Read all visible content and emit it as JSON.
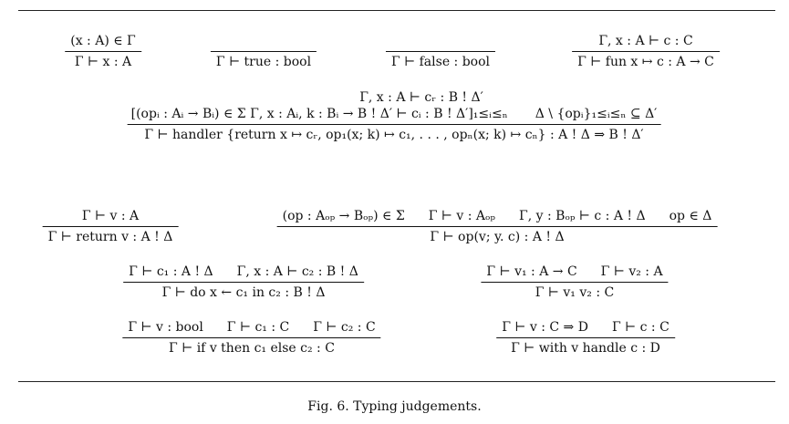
{
  "rules": {
    "var": {
      "premise": "(x : A) ∈ Γ",
      "conclusion": "Γ ⊢ x : A"
    },
    "true": {
      "conclusion": "Γ ⊢ true : bool"
    },
    "false": {
      "conclusion": "Γ ⊢ false : bool"
    },
    "fun": {
      "premise": "Γ, x : A ⊢ c : C",
      "conclusion": "Γ ⊢ fun x ↦ c : A → C"
    },
    "handler": {
      "premise_top": "Γ, x : A ⊢ cᵣ : B ! Δ′",
      "premise_a": "[(opᵢ : Aᵢ → Bᵢ) ∈ Σ      Γ, x : Aᵢ, k : Bᵢ → B ! Δ′ ⊢ cᵢ : B ! Δ′]₁≤ᵢ≤ₙ",
      "premise_b": "Δ \\ {opᵢ}₁≤ᵢ≤ₙ ⊆ Δ′",
      "conclusion": "Γ ⊢ handler {return x ↦ cᵣ, op₁(x; k) ↦ c₁, . . . , opₙ(x; k) ↦ cₙ} : A ! Δ ⇒ B ! Δ′"
    },
    "return": {
      "premise": "Γ ⊢ v : A",
      "conclusion": "Γ ⊢ return v : A ! Δ"
    },
    "op": {
      "premises": [
        "(op : Aₒₚ → Bₒₚ) ∈ Σ",
        "Γ ⊢ v : Aₒₚ",
        "Γ, y : Bₒₚ ⊢ c : A ! Δ",
        "op ∈ Δ"
      ],
      "conclusion": "Γ ⊢ op(v; y. c) : A ! Δ"
    },
    "do": {
      "premises": [
        "Γ ⊢ c₁ : A ! Δ",
        "Γ, x : A ⊢ c₂ : B ! Δ"
      ],
      "conclusion": "Γ ⊢ do x ← c₁ in c₂ : B ! Δ"
    },
    "app": {
      "premises": [
        "Γ ⊢ v₁ : A → C",
        "Γ ⊢ v₂ : A"
      ],
      "conclusion": "Γ ⊢ v₁ v₂ : C"
    },
    "if": {
      "premises": [
        "Γ ⊢ v : bool",
        "Γ ⊢ c₁ : C",
        "Γ ⊢ c₂ : C"
      ],
      "conclusion": "Γ ⊢ if v then c₁ else c₂ : C"
    },
    "with": {
      "premises": [
        "Γ ⊢ v : C ⇒ D",
        "Γ ⊢ c : C"
      ],
      "conclusion": "Γ ⊢ with v handle c : D"
    }
  },
  "caption": "Fig. 6. Typing judgements."
}
